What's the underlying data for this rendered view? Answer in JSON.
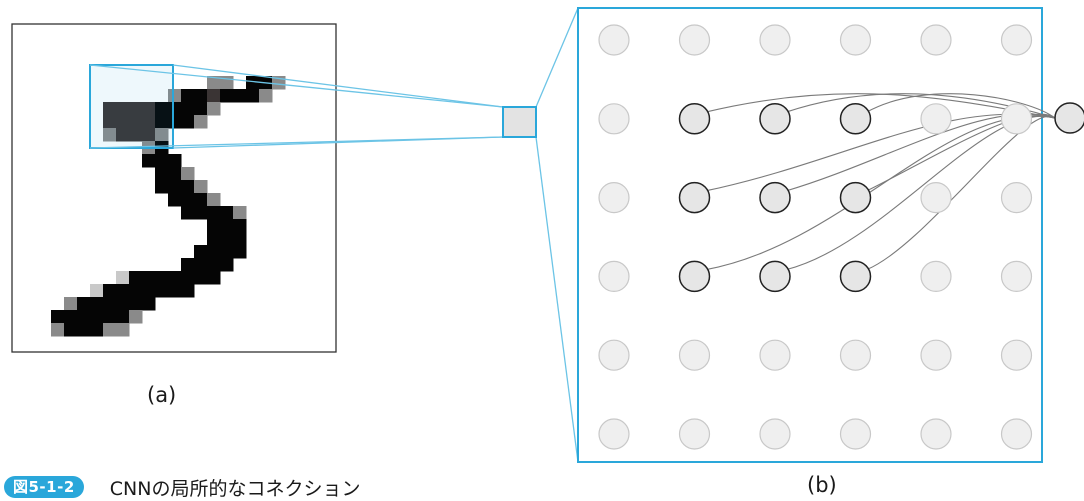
{
  "panel_a": {
    "label": "(a)"
  },
  "panel_b": {
    "label": "(b)",
    "grid_rows": 6,
    "grid_cols": 6,
    "highlighted_rows": [
      1,
      2,
      3
    ],
    "highlighted_cols": [
      1,
      2,
      3
    ]
  },
  "caption": {
    "badge": "図5-1-2",
    "text": "CNNの局所的なコネクション"
  },
  "colors": {
    "accent_blue": "#2aa7da",
    "connector_blue": "#6cc4e6",
    "neuron_fill": "#e6e6e6",
    "neuron_faint_fill": "#efefef",
    "neuron_stroke": "#222222",
    "neuron_faint_stroke": "#c8c8c8",
    "edge_gray": "#7a7a7a"
  }
}
